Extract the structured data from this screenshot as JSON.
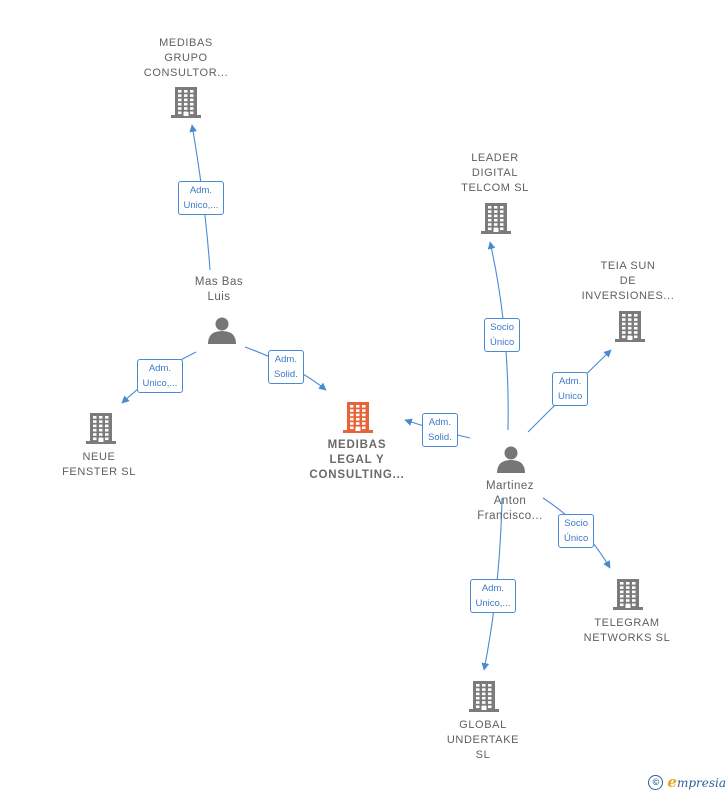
{
  "nodes": [
    {
      "id": "medibas-grupo",
      "type": "company",
      "lines": [
        "MEDIBAS",
        "GRUPO",
        "CONSULTOR..."
      ]
    },
    {
      "id": "mas-bas",
      "type": "person",
      "lines": [
        "Mas Bas",
        "Luis"
      ]
    },
    {
      "id": "neue-fenster",
      "type": "company",
      "lines": [
        "NEUE",
        "FENSTER  SL"
      ]
    },
    {
      "id": "medibas-legal",
      "type": "company-focus",
      "lines": [
        "MEDIBAS",
        "LEGAL Y",
        "CONSULTING..."
      ]
    },
    {
      "id": "leader-digital",
      "type": "company",
      "lines": [
        "LEADER",
        "DIGITAL",
        "TELCOM  SL"
      ]
    },
    {
      "id": "teia-sun",
      "type": "company",
      "lines": [
        "TEIA SUN",
        "DE",
        "INVERSIONES..."
      ]
    },
    {
      "id": "martinez",
      "type": "person",
      "lines": [
        "Martinez",
        "Anton",
        "Francisco..."
      ]
    },
    {
      "id": "telegram",
      "type": "company",
      "lines": [
        "TELEGRAM",
        "NETWORKS  SL"
      ]
    },
    {
      "id": "global",
      "type": "company",
      "lines": [
        "GLOBAL",
        "UNDERTAKE",
        "SL"
      ]
    }
  ],
  "edges": [
    {
      "from": "mas-bas",
      "to": "medibas-grupo",
      "label": [
        "Adm.",
        "Unico,..."
      ]
    },
    {
      "from": "mas-bas",
      "to": "neue-fenster",
      "label": [
        "Adm.",
        "Unico,..."
      ]
    },
    {
      "from": "mas-bas",
      "to": "medibas-legal",
      "label": [
        "Adm.",
        "Solid."
      ]
    },
    {
      "from": "martinez",
      "to": "medibas-legal",
      "label": [
        "Adm.",
        "Solid."
      ]
    },
    {
      "from": "martinez",
      "to": "leader-digital",
      "label": [
        "Socio",
        "Único"
      ]
    },
    {
      "from": "martinez",
      "to": "teia-sun",
      "label": [
        "Adm.",
        "Unico"
      ]
    },
    {
      "from": "martinez",
      "to": "telegram",
      "label": [
        "Socio",
        "Único"
      ]
    },
    {
      "from": "martinez",
      "to": "global",
      "label": [
        "Adm.",
        "Unico,..."
      ]
    }
  ],
  "colors": {
    "edge": "#4a8ad4",
    "company_icon": "#7b7b7b",
    "focus_icon": "#e8623a",
    "person_icon": "#767676"
  },
  "footer": {
    "copyright_symbol": "©",
    "brand_initial": "e",
    "brand_rest": "mpresia"
  }
}
